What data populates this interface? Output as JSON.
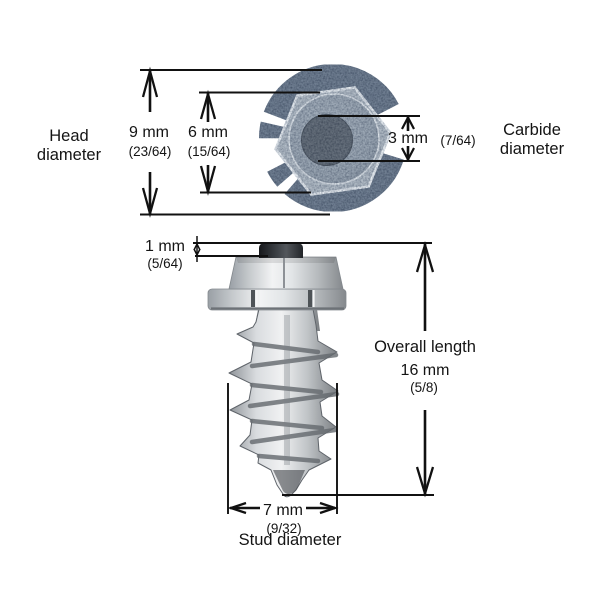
{
  "measurements": {
    "head_diameter": {
      "label_line1": "Head",
      "label_line2": "diameter",
      "value": "9 mm",
      "fraction": "(23/64)"
    },
    "hex_diameter": {
      "value": "6 mm",
      "fraction": "(15/64)"
    },
    "carbide_diameter": {
      "label_line1": "Carbide",
      "label_line2": "diameter",
      "value": "3 mm",
      "fraction": "(7/64)"
    },
    "tip_height": {
      "value": "1 mm",
      "fraction": "(5/64)"
    },
    "overall_length": {
      "label": "Overall length",
      "value": "16 mm",
      "fraction": "(5/8)"
    },
    "stud_diameter": {
      "label": "Stud diameter",
      "value": "7 mm",
      "fraction": "(9/32)"
    }
  },
  "colors": {
    "background": "#ffffff",
    "line": "#111111",
    "steel_ring": "#718093",
    "steel_hex": "#b3bdc7",
    "steel_boss": "#9aa6b3",
    "steel_light": "#f2f3f4",
    "carbide_top": "#67717d",
    "carbide_tip": "#1c1f23"
  }
}
